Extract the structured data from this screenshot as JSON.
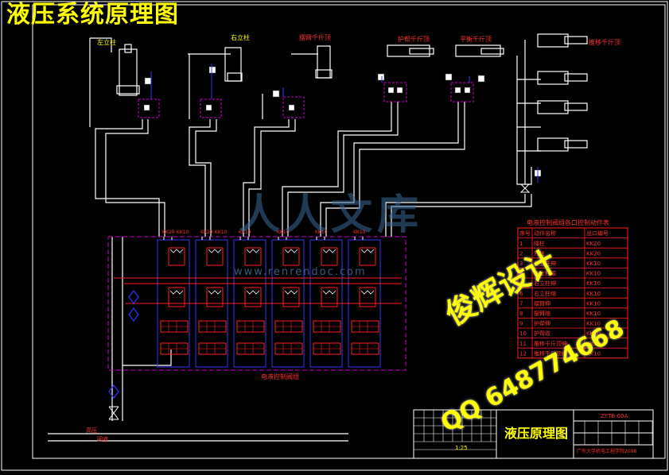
{
  "drawing": {
    "title": "液压系统原理图",
    "components": {
      "left_cylinder": "左立柱",
      "right_cylinder": "右立柱",
      "swing_cylinder": "摆臂千斤顶",
      "protect_cylinder": "护帮千斤顶",
      "balance_cylinder": "平衡千斤顶",
      "push_cylinder": "推移千斤顶"
    },
    "valve_group_label": "电液控制阀组",
    "bottom_labels": [
      "高压",
      "回液"
    ],
    "valve_ports": [
      "KK20",
      "KK20",
      "KK10",
      "KK10",
      "KK10",
      "KK10",
      "KK10",
      "KK10"
    ]
  },
  "action_table": {
    "title": "电液控制阀组各口控制动作表",
    "headers": [
      "序号",
      "动作名称",
      "出口编号"
    ],
    "rows": [
      [
        "1",
        "降柱",
        "KK20"
      ],
      [
        "2",
        "升柱",
        "KK20"
      ],
      [
        "3",
        "左立柱伸",
        "KK10"
      ],
      [
        "4",
        "左立柱缩",
        "KK10"
      ],
      [
        "5",
        "右立柱伸",
        "KK10"
      ],
      [
        "6",
        "右立柱缩",
        "KK10"
      ],
      [
        "7",
        "摆臂伸",
        "KK10"
      ],
      [
        "8",
        "摆臂缩",
        "KK10"
      ],
      [
        "9",
        "护帮伸",
        "KK10"
      ],
      [
        "10",
        "护帮收",
        "KK10"
      ],
      [
        "11",
        "推移千斤顶伸",
        "KK10"
      ],
      [
        "12",
        "推移千斤顶缩",
        "KK10"
      ]
    ]
  },
  "title_block": {
    "drawing_name": "液压原理图",
    "drawing_no": "ZYTB-00A",
    "school": "广东大学机电工程学院2008",
    "scale_mark": "1:25"
  },
  "watermarks": {
    "brand": "俊辉设计",
    "qq": "QQ 648774668",
    "site": "www.renrendoc.com",
    "logo": "人人文库"
  },
  "colors": {
    "frame": "#ffffff",
    "pipe": "#ffffff",
    "group_box": "#cc00cc",
    "valve_box": "#3333ff",
    "valve_spring": "#ff2020",
    "title_text": "#ffff00",
    "table_line": "#ff2020",
    "table_text": "#ff2020"
  }
}
